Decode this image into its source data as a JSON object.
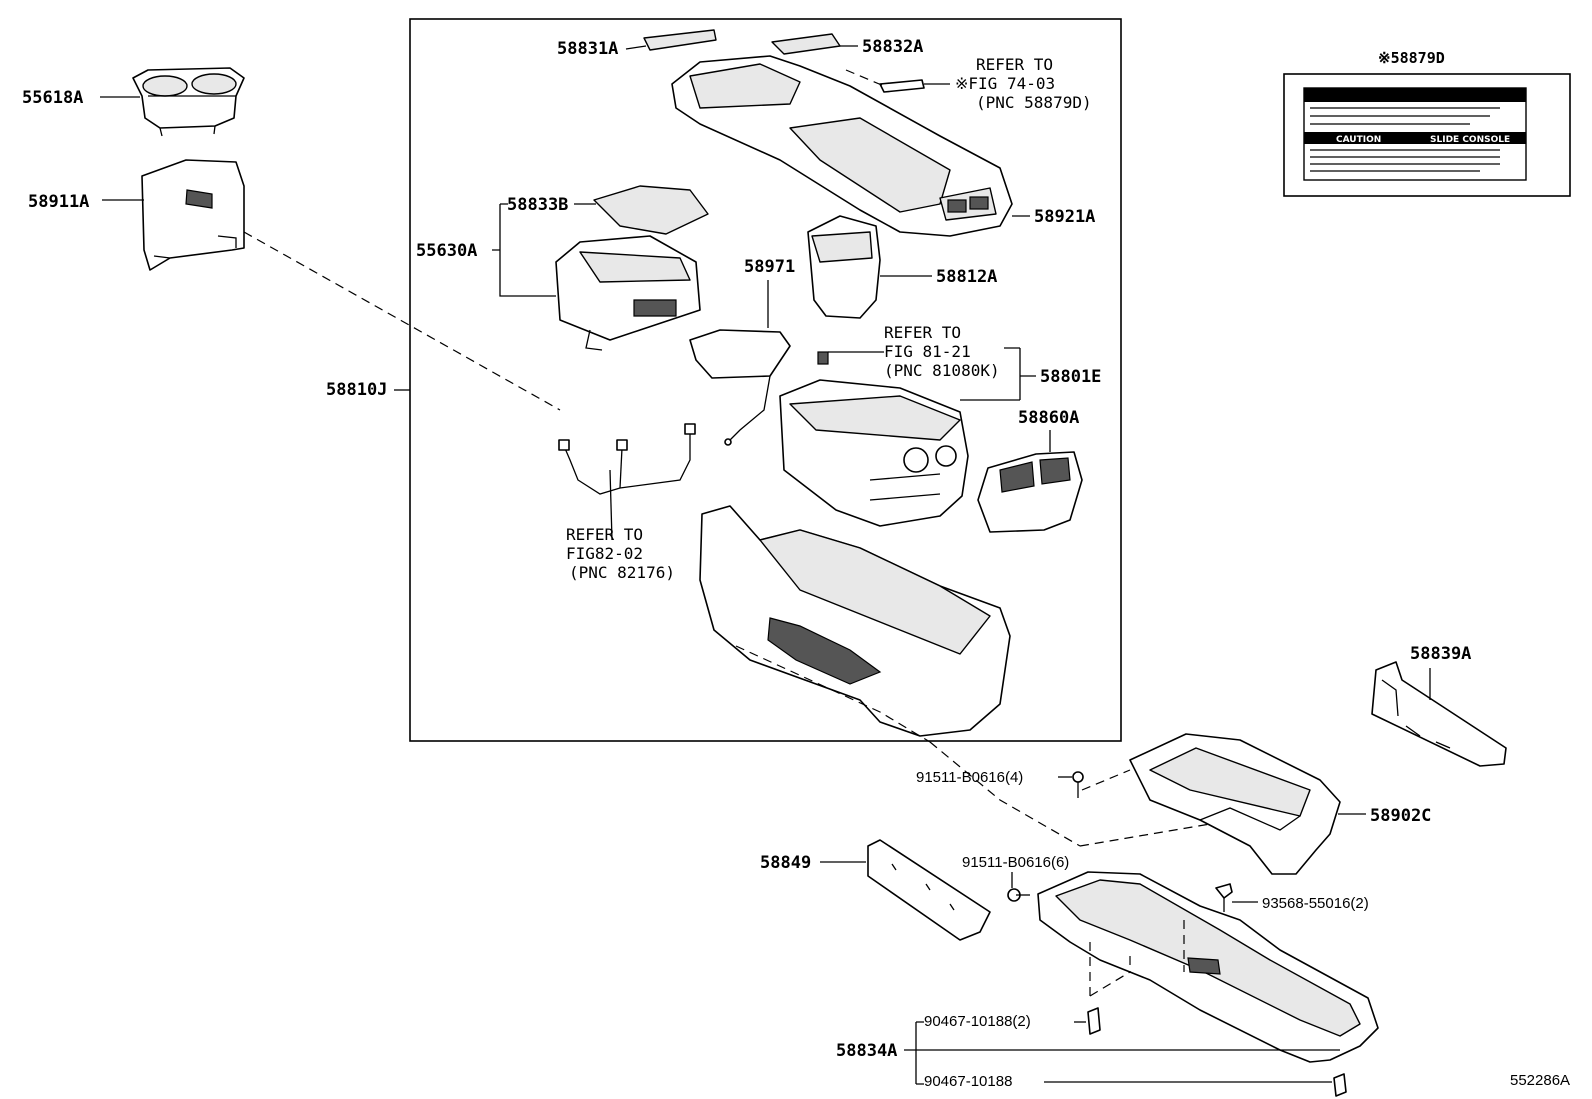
{
  "diagram": {
    "parts": {
      "p55618A": "55618A",
      "p58911A": "58911A",
      "p58831A": "58831A",
      "p58832A": "58832A",
      "p58833B": "58833B",
      "p55630A": "55630A",
      "p58971": "58971",
      "p58812A": "58812A",
      "p58921A": "58921A",
      "p58801E": "58801E",
      "p58860A": "58860A",
      "p58810J": "58810J",
      "p58839A": "58839A",
      "p58902C": "58902C",
      "p58849": "58849",
      "p58834A": "58834A",
      "bolt1": "91511-B0616(4)",
      "bolt2": "91511-B0616(6)",
      "clip1": "93568-55016(2)",
      "clip2": "90467-10188(2)",
      "clip3": "90467-10188"
    },
    "refs": {
      "r1": [
        "REFER TO",
        "※FIG 74-03",
        "(PNC 58879D)"
      ],
      "r2": [
        "REFER TO",
        "FIG 81-21",
        "(PNC 81080K)"
      ],
      "r3": [
        "REFER TO",
        "FIG82-02",
        "(PNC 82176)"
      ]
    },
    "label_box": {
      "title": "※58879D",
      "caution": "CAUTION",
      "slide": "SLIDE CONSOLE"
    },
    "drawing_code": "552286A"
  }
}
